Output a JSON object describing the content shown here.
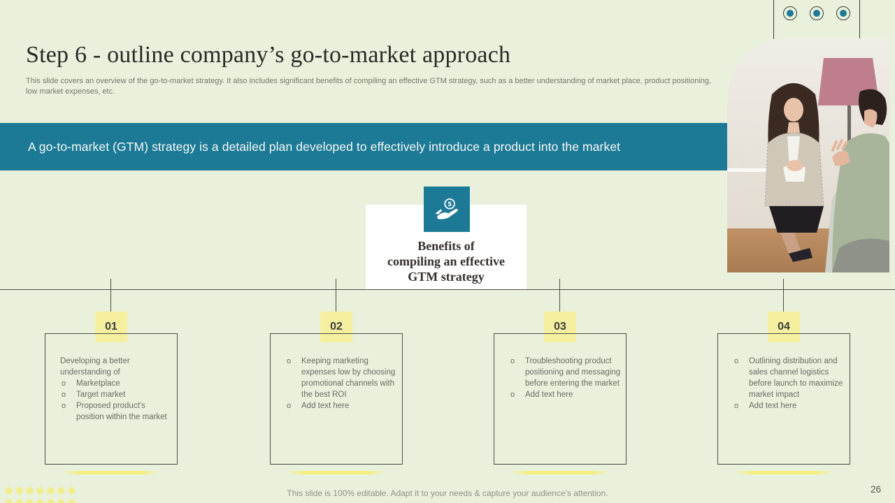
{
  "slide": {
    "title": "Step 6 - outline company’s go-to-market approach",
    "subtitle": "This slide covers an overview of the go-to-market strategy. It also includes significant benefits of compiling an effective GTM strategy, such as a better understanding of market place, product positioning, low market expenses, etc.",
    "banner_text": "A go-to-market (GTM) strategy is a detailed plan developed to effectively introduce a product into the market",
    "footer_note": "This slide is 100% editable. Adapt it to your needs & capture your audience's attention.",
    "page_number": "26"
  },
  "benefits": {
    "full_text": "Benefits of compiling an effective GTM strategy",
    "lines": [
      "Benefits of",
      "compiling an effective",
      "GTM strategy"
    ]
  },
  "steps": [
    {
      "number": "01",
      "intro": "Developing a better understanding of",
      "bullets": [
        "Marketplace",
        "Target market",
        "Proposed product's position within the market"
      ]
    },
    {
      "number": "02",
      "intro": "",
      "bullets": [
        "Keeping marketing expenses low by choosing promotional channels with the best ROI",
        "Add text here"
      ]
    },
    {
      "number": "03",
      "intro": "",
      "bullets": [
        "Troubleshooting product positioning and messaging before entering the market",
        "Add text here"
      ]
    },
    {
      "number": "04",
      "intro": "",
      "bullets": [
        "Outlining distribution and sales channel logistics before launch to maximize market impact",
        "Add text here"
      ]
    }
  ],
  "icons": {
    "benefits_icon": "hand-holding-dollar-icon",
    "corner_icons": "circle-dot-icon",
    "bottom_accents": "diamond-accent-icon"
  },
  "colors": {
    "background": "#e9f1dc",
    "teal": "#1d7a96",
    "badge_yellow": "#f6efa0",
    "accent_yellow": "#f3ee7e",
    "box_border": "#4c4c48",
    "body_text": "#696a64",
    "title_text": "#2b2a26",
    "banner_text": "#f4f8f6"
  }
}
